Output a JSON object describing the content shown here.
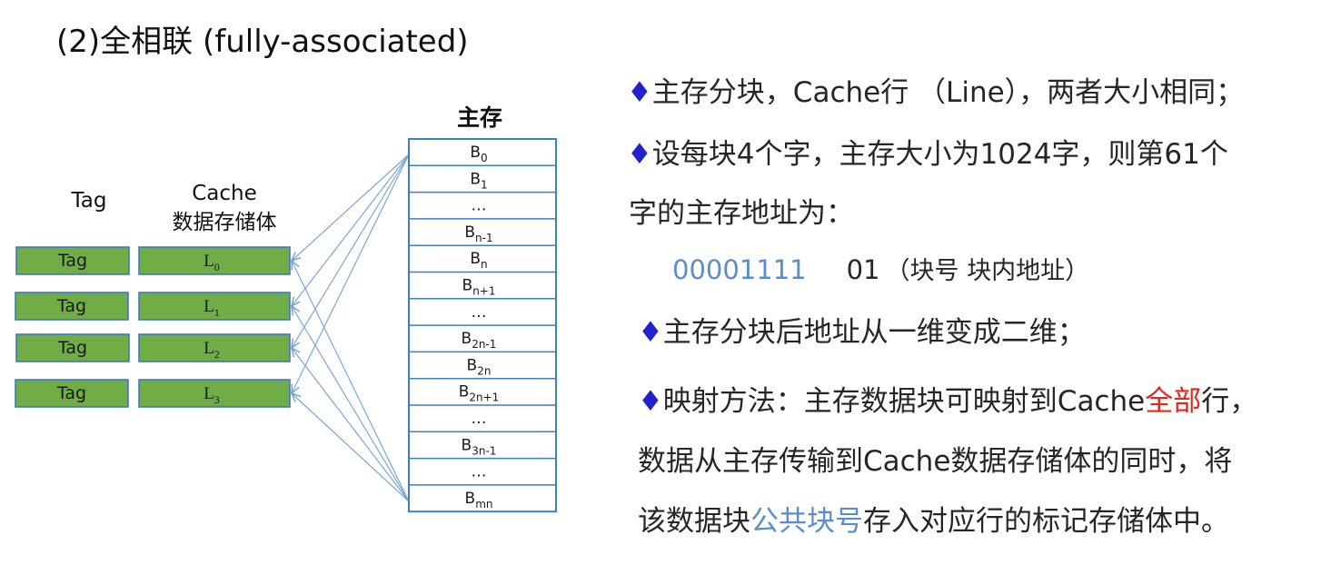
{
  "title": "(2)全相联  (fully-associated)",
  "diagram": {
    "tag_header": "Tag",
    "cache_header_line1": "Cache",
    "cache_header_line2": "数据存储体",
    "memory_header": "主存",
    "tag_label": "Tag",
    "cache_lines": [
      {
        "base": "L",
        "sub": "0"
      },
      {
        "base": "L",
        "sub": "1"
      },
      {
        "base": "L",
        "sub": "2"
      },
      {
        "base": "L",
        "sub": "3"
      }
    ],
    "memory_blocks": [
      {
        "base": "B",
        "sub": "0"
      },
      {
        "base": "B",
        "sub": "1"
      },
      {
        "base": "…",
        "sub": ""
      },
      {
        "base": "B",
        "sub": "n-1"
      },
      {
        "base": "B",
        "sub": "n"
      },
      {
        "base": "B",
        "sub": "n+1"
      },
      {
        "base": "…",
        "sub": ""
      },
      {
        "base": "B",
        "sub": "2n-1"
      },
      {
        "base": "B",
        "sub": "2n"
      },
      {
        "base": "B",
        "sub": "2n+1"
      },
      {
        "base": "…",
        "sub": ""
      },
      {
        "base": "B",
        "sub": "3n-1"
      },
      {
        "base": "…",
        "sub": ""
      },
      {
        "base": "B",
        "sub": "mn"
      }
    ],
    "colors": {
      "cache_fill": "#70ad47",
      "cache_border": "#3a6fc4",
      "memory_border": "#3a7fc8",
      "arrow": "#7aa6d8"
    }
  },
  "bullets": {
    "b1": {
      "marker": "♦",
      "text": "主存分块，Cache行 （Line），两者大小相同；"
    },
    "b2": {
      "marker": "♦",
      "line1": "设每块4个字，主存大小为1024字，则第61个",
      "line2": "字的主存地址为："
    },
    "address": {
      "block_bits": "00001111",
      "offset_bits": "01",
      "note": "（块号   块内地址）"
    },
    "b3": {
      "marker": "♦",
      "text": "主存分块后地址从一维变成二维；"
    },
    "b4": {
      "marker": "♦",
      "before": "映射方法：主存数据块可映射到Cache",
      "highlight": "全部",
      "after": "行，"
    },
    "b4_line2": "数据从主存传输到Cache数据存储体的同时，将",
    "b4_line3": {
      "before": "该数据块",
      "highlight": "公共块号",
      "after": "存入对应行的标记存储体中。"
    },
    "colors": {
      "bullet": "#2222cc",
      "red": "#e8231a",
      "blue": "#5b8ec9"
    }
  }
}
